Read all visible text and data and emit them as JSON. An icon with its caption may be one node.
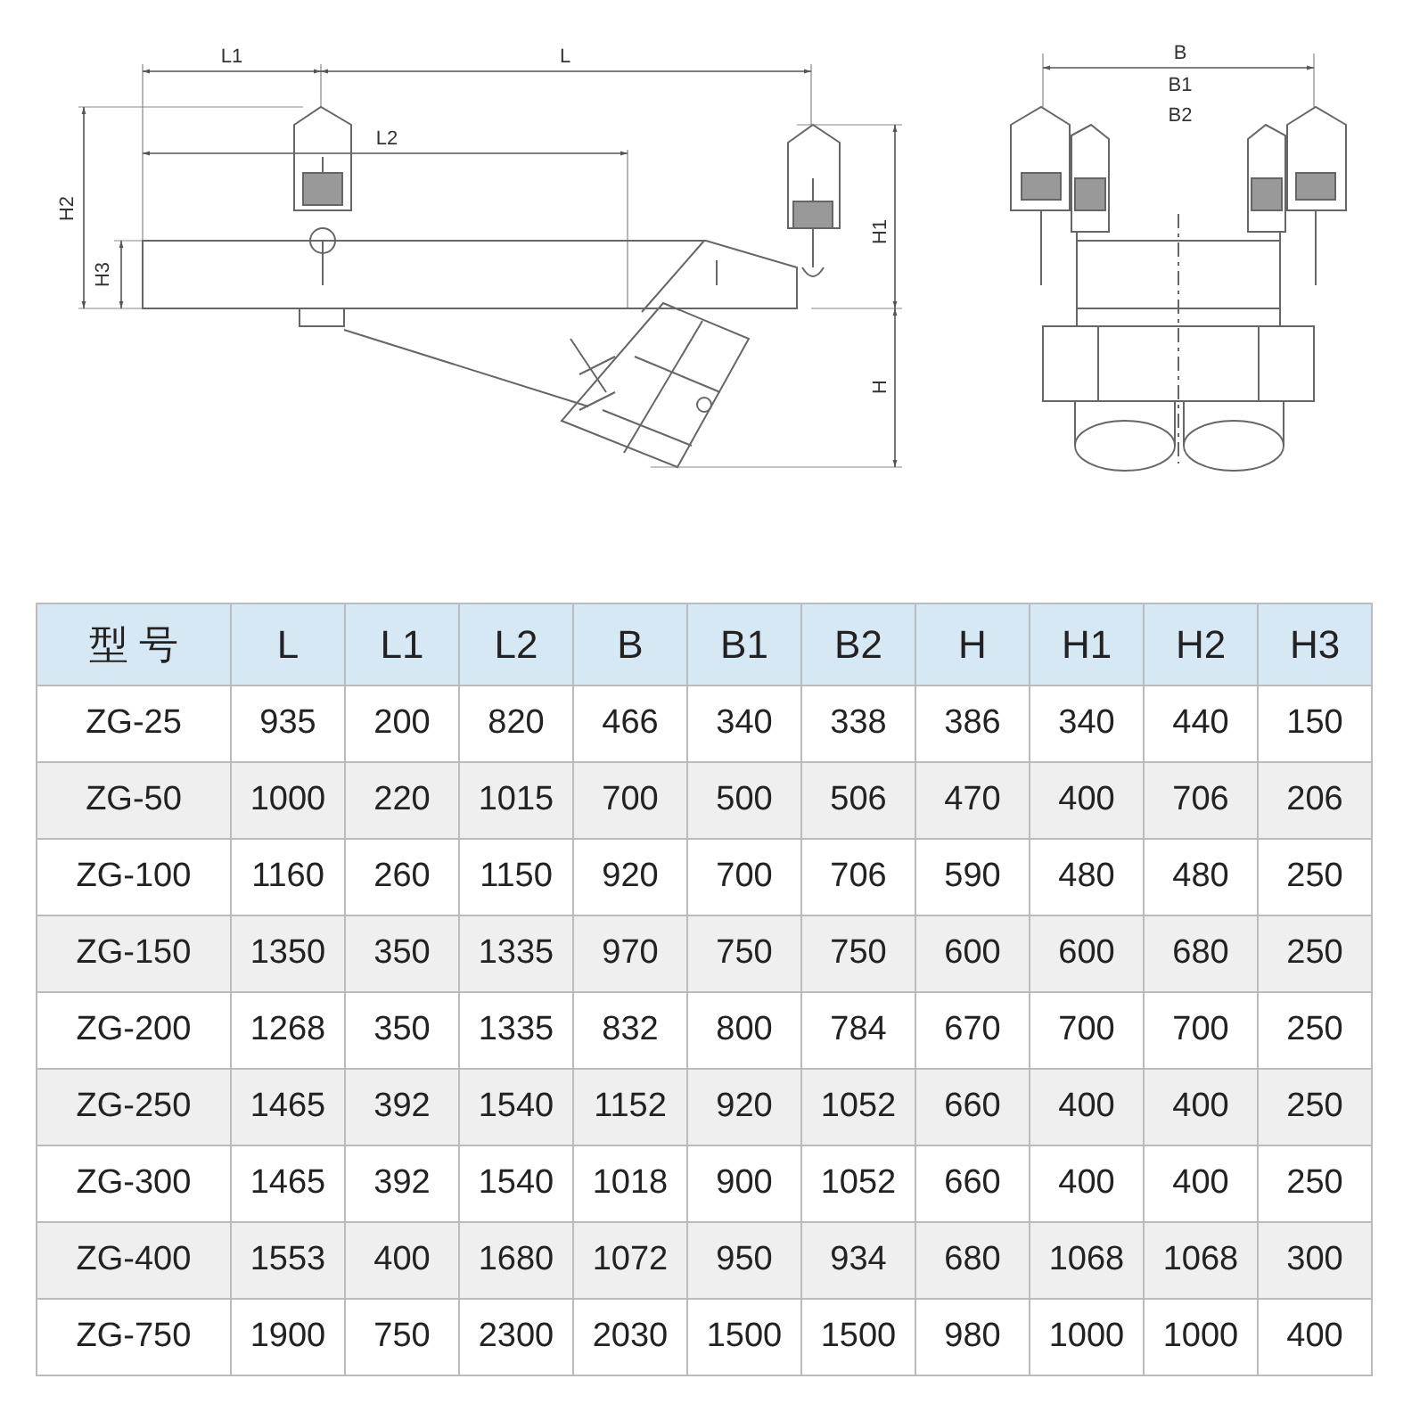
{
  "diagram": {
    "labels": [
      "L1",
      "L",
      "B",
      "B1",
      "B2",
      "L2",
      "H2",
      "H1",
      "H3",
      "H",
      "型 号",
      "L",
      "L1",
      "L2",
      "B",
      "B1",
      "B2",
      "H",
      "H1",
      "H2",
      "H3",
      "ZG-25",
      "935",
      "200",
      "820",
      "466",
      "340",
      "338",
      "386",
      "340",
      "440",
      "150",
      "ZG-50",
      "1000",
      "220",
      "1015",
      "700",
      "500",
      "506",
      "470",
      "400",
      "706",
      "206",
      "ZG-100",
      "1160",
      "260",
      "1150",
      "920",
      "700",
      "706",
      "590",
      "480",
      "480",
      "250",
      "ZG-150",
      "1350",
      "350",
      "1335",
      "970",
      "750",
      "750",
      "600",
      "600",
      "680",
      "250",
      "ZG-200",
      "1268",
      "350",
      "1335",
      "832",
      "800",
      "784",
      "670",
      "700",
      "700",
      "250",
      "ZG-250",
      "1465",
      "392",
      "1540",
      "1152",
      "920",
      "1052",
      "660",
      "400",
      "400",
      "250",
      "ZG-300",
      "1465",
      "392",
      "1540",
      "1018",
      "900",
      "1052",
      "660",
      "400",
      "400",
      "250",
      "ZG-400",
      "1553",
      "400",
      "1680",
      "1072",
      "950",
      "934",
      "680",
      "1068",
      "1068",
      "300",
      "ZG-750",
      "1900",
      "750",
      "2300",
      "2030",
      "1500",
      "1500",
      "980",
      "1000",
      "1000",
      "400"
    ]
  }
}
